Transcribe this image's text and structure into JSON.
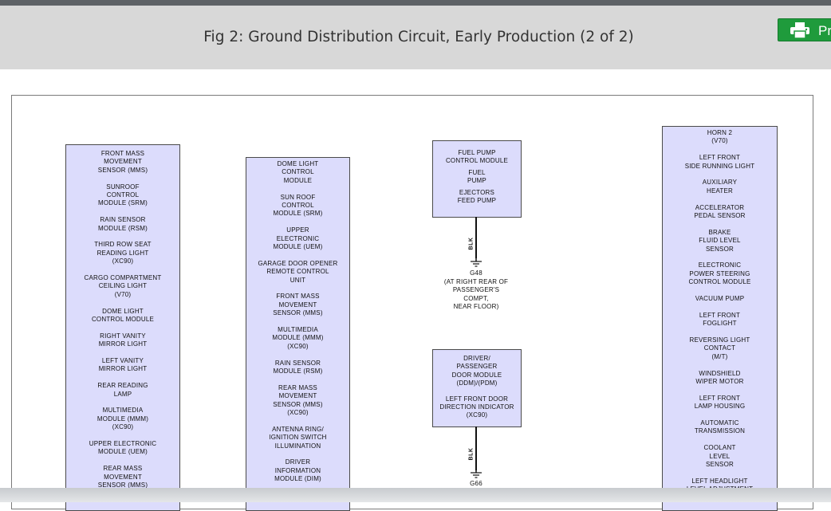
{
  "page_title": "Fig 2: Ground Distribution Circuit, Early Production (2 of 2)",
  "print_label": "Print",
  "columns": [
    [
      "FRONT MASS\nMOVEMENT\nSENSOR (MMS)",
      "SUNROOF\nCONTROL\nMODULE (SRM)",
      "RAIN SENSOR\nMODULE (RSM)",
      "THIRD ROW SEAT\nREADING LIGHT\n(XC90)",
      "CARGO COMPARTMENT\nCEILING LIGHT\n(V70)",
      "DOME LIGHT\nCONTROL MODULE",
      "RIGHT VANITY\nMIRROR LIGHT",
      "LEFT VANITY\nMIRROR LIGHT",
      "REAR READING\nLAMP",
      "MULTIMEDIA\nMODULE (MMM)\n(XC90)",
      "UPPER ELECTRONIC\nMODULE (UEM)",
      "REAR MASS\nMOVEMENT\nSENSOR (MMS)"
    ],
    [
      "DOME LIGHT\nCONTROL\nMODULE",
      "SUN ROOF\nCONTROL\nMODULE (SRM)",
      "UPPER\nELECTRONIC\nMODULE (UEM)",
      "GARAGE DOOR OPENER\nREMOTE CONTROL\nUNIT",
      "FRONT MASS\nMOVEMENT\nSENSOR (MMS)",
      "MULTIMEDIA\nMODULE (MMM)\n(XC90)",
      "RAIN SENSOR\nMODULE (RSM)",
      "REAR MASS\nMOVEMENT\nSENSOR (MMS)\n(XC90)",
      "ANTENNA RING/\nIGNITION SWITCH\nILLUMINATION",
      "DRIVER\nINFORMATION\nMODULE (DIM)"
    ],
    [
      "FUEL PUMP\nCONTROL MODULE",
      "FUEL\nPUMP",
      "EJECTORS\nFEED PUMP"
    ],
    [
      "DRIVER/\nPASSENGER\nDOOR MODULE\n(DDM)/(PDM)",
      "LEFT FRONT DOOR\nDIRECTION INDICATOR\n(XC90)"
    ],
    [
      "HORN 2\n(V70)",
      "LEFT FRONT\nSIDE RUNNING LIGHT",
      "AUXILIARY\nHEATER",
      "ACCELERATOR\nPEDAL SENSOR",
      "BRAKE\nFLUID LEVEL\nSENSOR",
      "ELECTRONIC\nPOWER STEERING\nCONTROL MODULE",
      "VACUUM PUMP",
      "LEFT FRONT\nFOGLIGHT",
      "REVERSING LIGHT\nCONTACT\n(M/T)",
      "WINDSHIELD\nWIPER MOTOR",
      "LEFT FRONT\nLAMP HOUSING",
      "AUTOMATIC\nTRANSMISSION",
      "COOLANT\nLEVEL\nSENSOR",
      "LEFT HEADLIGHT\nLEVEL ADJUSTMENT"
    ]
  ],
  "wires": [
    {
      "label": "BLK"
    },
    {
      "label": "BLK"
    }
  ],
  "grounds": [
    {
      "id": "G48",
      "desc": "(AT RIGHT REAR OF\nPASSENGER'S\nCOMPT,\nNEAR FLOOR)"
    },
    {
      "id": "G66",
      "desc": ""
    }
  ]
}
